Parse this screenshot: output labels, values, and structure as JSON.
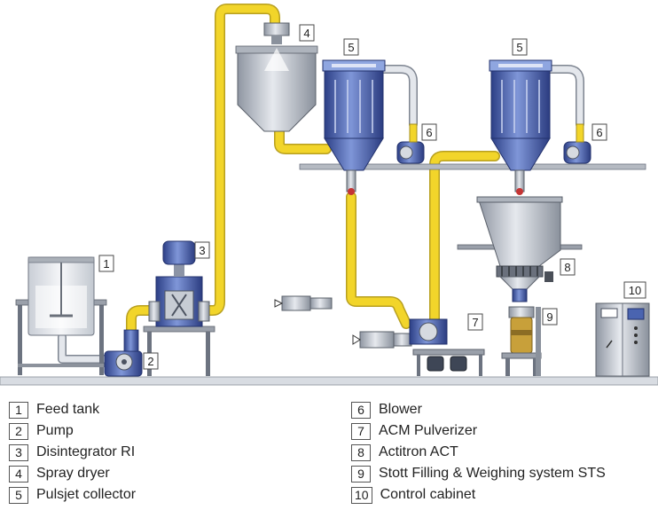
{
  "components": [
    {
      "num": "1",
      "label": "Feed tank"
    },
    {
      "num": "2",
      "label": "Pump"
    },
    {
      "num": "3",
      "label": "Disintegrator  RI"
    },
    {
      "num": "4",
      "label": "Spray dryer"
    },
    {
      "num": "5",
      "label": "Pulsjet collector"
    },
    {
      "num": "6",
      "label": "Blower"
    },
    {
      "num": "7",
      "label": "ACM Pulverizer"
    },
    {
      "num": "8",
      "label": "Actitron  ACT"
    },
    {
      "num": "9",
      "label": "Stott Filling & Weighing system  STS"
    },
    {
      "num": "10",
      "label": "Control cabinet"
    }
  ],
  "callouts": {
    "c1": "1",
    "c2": "2",
    "c3": "3",
    "c4": "4",
    "c5a": "5",
    "c5b": "5",
    "c6a": "6",
    "c6b": "6",
    "c7": "7",
    "c8": "8",
    "c9": "9",
    "c10": "10"
  },
  "colors": {
    "pipe": "#f2d52a",
    "pipe_edge": "#b8a020",
    "equipment_blue": "#4a64b0",
    "steel_grey": "#b8bec8",
    "floor": "#d8dce2"
  }
}
